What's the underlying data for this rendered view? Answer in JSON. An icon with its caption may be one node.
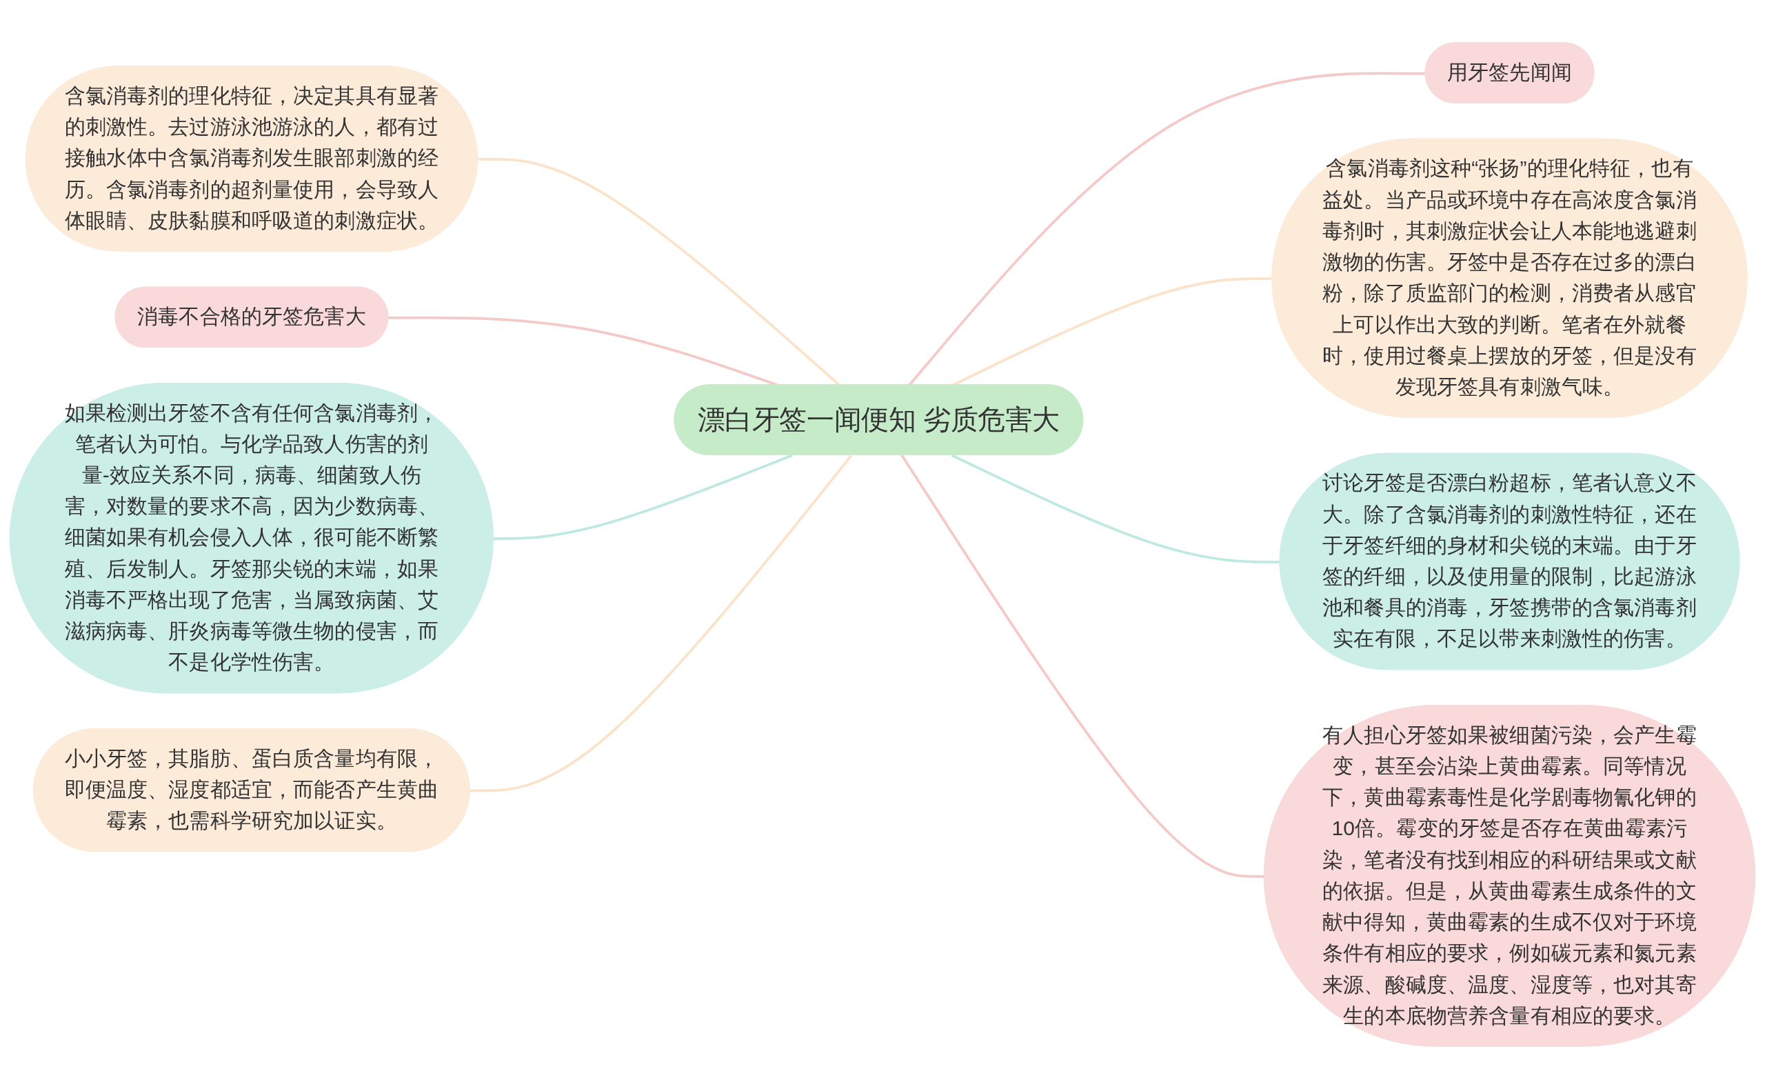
{
  "diagram": {
    "nodes": [
      {
        "text": [
          "漂白牙签一闻便知 劣质危害大"
        ]
      },
      {
        "text": [
          "用牙签先闻闻"
        ]
      },
      {
        "text": [
          "含氯消毒剂这种“张扬”的理化特征，也有益处。当产品或环境中存在高浓度含氯消毒剂时，其刺激症状会让人本能地逃避刺激物的伤害。牙签中是否存在过多的漂白粉，除了质监部门的检测，消费者从感官上可以作出大致的判断。笔者在外就餐时，使用过餐桌上摆放的牙签，但是没有发现牙签具有刺激气味。"
        ]
      },
      {
        "text": [
          "讨论牙签是否漂白粉超标，笔者认意义不大。除了含氯消毒剂的刺激性特征，还在于牙签纤细的身材和尖锐的末端。由于牙签的纤细，以及使用量的限制，比起游泳池和餐具的消毒，牙签携带的含氯消毒剂实在有限，不足以带来刺激性的伤害。"
        ]
      },
      {
        "text": [
          "有人担心牙签如果被细菌污染，会产生霉变，甚至会沾染上黄曲霉素。同等情况下，黄曲霉素毒性是化学剧毒物氰化钾的10倍。霉变的牙签是否存在黄曲霉素污染，笔者没有找到相应的科研结果或文献的依据。但是，从黄曲霉素生成条件的文献中得知，黄曲霉素的生成不仅对于环境条件有相应的要求，例如碳元素和氮元素来源、酸碱度、温度、湿度等，也对其寄生的本底物营养含量有相应的要求。"
        ]
      },
      {
        "text": [
          "含氯消毒剂的理化特征，决定其具有显著的刺激性。去过游泳池游泳的人，都有过接触水体中含氯消毒剂发生眼部刺激的经历。含氯消毒剂的超剂量使用，会导致人体眼睛、皮肤黏膜和呼吸道的刺激症状。"
        ]
      },
      {
        "text": [
          "消毒不合格的牙签危害大"
        ]
      },
      {
        "text": [
          "如果检测出牙签不含有任何含氯消毒剂，笔者认为可怕。与化学品致人伤害的剂量-效应关系不同，病毒、细菌致人伤害，对数量的要求不高，因为少数病毒、细菌如果有机会侵入人体，很可能不断繁殖、后发制人。牙签那尖锐的末端，如果消毒不严格出现了危害，当属致病菌、艾滋病病毒、肝炎病毒等微生物的侵害，而不是化学性伤害。"
        ]
      },
      {
        "text": [
          "小小牙签，其脂肪、蛋白质含量均有限，即便温度、湿度都适宜，而能否产生黄曲霉素，也需科学研究加以证实。"
        ]
      }
    ],
    "edges": [
      {
        "from": 0,
        "to": 1,
        "arrow": "none",
        "color": "#f5c9c8"
      },
      {
        "from": 0,
        "to": 2,
        "arrow": "none",
        "color": "#fbe3c9"
      },
      {
        "from": 0,
        "to": 3,
        "arrow": "none",
        "color": "#bde9e1"
      },
      {
        "from": 0,
        "to": 4,
        "arrow": "none",
        "color": "#f5c9c8"
      },
      {
        "from": 5,
        "to": 0,
        "arrow": "none",
        "color": "#fbe3c9"
      },
      {
        "from": 6,
        "to": 0,
        "arrow": "none",
        "color": "#f5c9c8"
      },
      {
        "from": 7,
        "to": 0,
        "arrow": "none",
        "color": "#bde9e1"
      },
      {
        "from": 8,
        "to": 0,
        "arrow": "none",
        "color": "#fbe3c9"
      }
    ]
  }
}
